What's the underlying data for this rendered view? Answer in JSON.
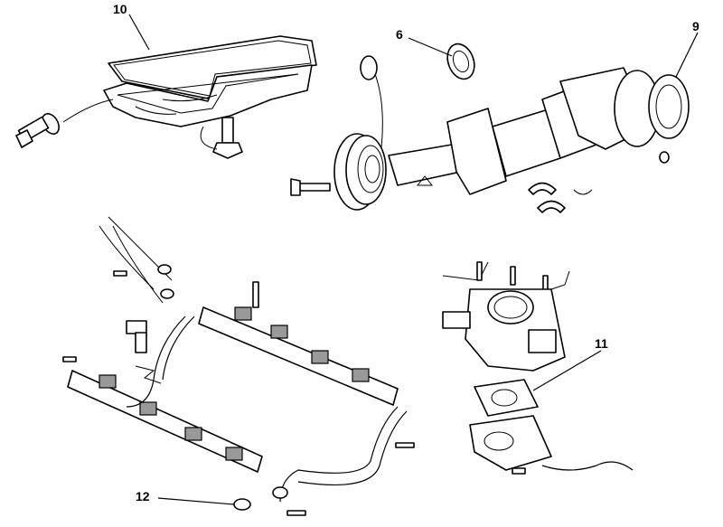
{
  "diagram": {
    "callouts": [
      {
        "id": "10",
        "label": "10",
        "part": "oil-pan-gasket"
      },
      {
        "id": "6",
        "label": "6",
        "part": "front-crank-seal"
      },
      {
        "id": "9",
        "label": "9",
        "part": "rear-main-seal"
      },
      {
        "id": "11",
        "label": "11",
        "part": "throttle-body-gasket"
      },
      {
        "id": "12",
        "label": "12",
        "part": "fuel-rail-o-ring"
      }
    ],
    "colors": {
      "line": "#000000",
      "background": "#ffffff",
      "shade": "#999999"
    }
  }
}
